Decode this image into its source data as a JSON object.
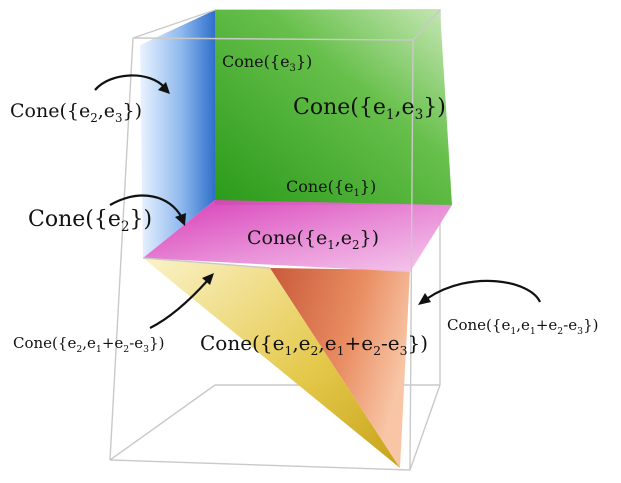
{
  "labels": {
    "cone_e3": {
      "main": "Cone({e",
      "sub": "3",
      "tail": "})"
    },
    "cone_e1e3": {
      "main": "Cone({e",
      "s1": "1",
      "mid": ",e",
      "s2": "3",
      "tail": "})"
    },
    "cone_e2e3": {
      "main": "Cone({e",
      "s1": "2",
      "mid": ",e",
      "s2": "3",
      "tail": "})"
    },
    "cone_e1": {
      "main": "Cone({e",
      "sub": "1",
      "tail": "})"
    },
    "cone_e2": {
      "main": "Cone({e",
      "sub": "2",
      "tail": "})"
    },
    "cone_e1e2": {
      "main": "Cone({e",
      "s1": "1",
      "mid": ",e",
      "s2": "2",
      "tail": "})"
    },
    "cone_e2_mixed": {
      "a": "Cone({e",
      "s1": "2",
      "b": ",e",
      "s2": "1",
      "c": "+e",
      "s3": "2",
      "d": "-e",
      "s4": "3",
      "e": "})"
    },
    "cone_e1e2_mixed": {
      "a": "Cone({e",
      "s1": "1",
      "b": ",e",
      "s2": "2",
      "c": ",e",
      "s3": "1",
      "d": "+e",
      "s4": "2",
      "e": "-e",
      "s5": "3",
      "f": "})"
    },
    "cone_e1_mixed": {
      "a": "Cone({e",
      "s1": "1",
      "b": ",e",
      "s2": "1",
      "c": "+e",
      "s3": "2",
      "d": "-e",
      "s4": "3",
      "e": "})"
    }
  },
  "colors": {
    "blue_face": "#3f7fd6",
    "green_face": "#3aa32a",
    "pink_face": "#e046c0",
    "yellow_face": "#e0c238",
    "orange_face": "#e07a4a",
    "box_edges": "#c9c9c9"
  }
}
